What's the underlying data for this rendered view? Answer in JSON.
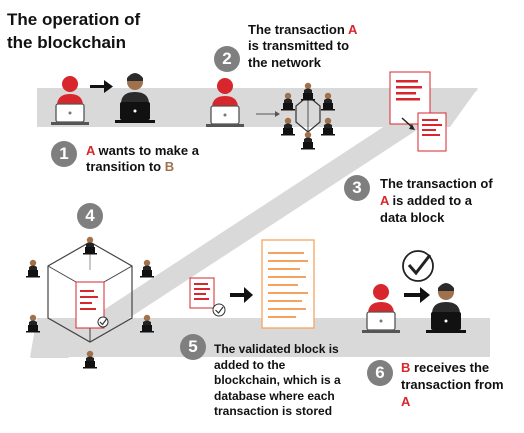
{
  "title_lines": [
    "The operation of",
    "the blockchain"
  ],
  "steps": [
    {
      "number": "1",
      "parts": [
        {
          "t": "A",
          "c": "red"
        },
        {
          "t": " wants to make a",
          "c": ""
        }
      ],
      "line2": "transition to ",
      "line2_tail": "B"
    },
    {
      "number": "2",
      "line1_a": "The transaction ",
      "line1_b": "A",
      "line2": "is transmitted to",
      "line3": "the network"
    },
    {
      "number": "3",
      "line1": "The transaction of",
      "line2_a": "A",
      "line2_b": " is added to a",
      "line3": "data block"
    },
    {
      "number": "4"
    },
    {
      "number": "5",
      "lines": [
        "The validated block is",
        "added to the",
        "blockchain, which is a",
        "database where each",
        "transaction is stored"
      ]
    },
    {
      "number": "6",
      "line1_a": "B",
      "line1_b": " receives the",
      "line2": "transaction from",
      "line3": "A"
    }
  ],
  "colors": {
    "band": "#d9d9d9",
    "red": "#d7262c",
    "brown": "#a0714d",
    "orange": "#f4a460",
    "badge": "#7f7f7f",
    "dark_person": "#2b2b2b",
    "laptop": "#111111"
  },
  "icons": [
    "person-at-laptop-red",
    "person-at-laptop-dark",
    "arrow",
    "network-hexagon",
    "document",
    "checkmark-circle",
    "blockchain-cube"
  ]
}
